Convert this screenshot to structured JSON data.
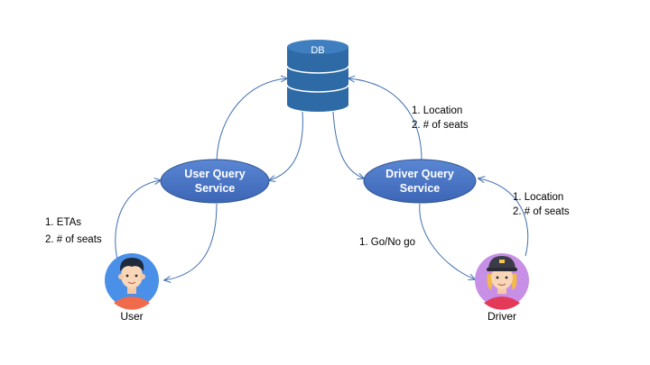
{
  "database": {
    "label": "DB"
  },
  "services": {
    "user_query": {
      "line1": "User Query",
      "line2": "Service"
    },
    "driver_query": {
      "line1": "Driver Query",
      "line2": "Service"
    }
  },
  "actors": {
    "user": {
      "label": "User"
    },
    "driver": {
      "label": "Driver"
    }
  },
  "notes": {
    "user_to_service": [
      "1.   ETAs",
      "2.   # of seats"
    ],
    "driver_service_to_db": [
      "1.   Location",
      "2.   # of seats"
    ],
    "driver_to_service": [
      "1.   Location",
      "2.   # of seats"
    ],
    "driver_service_to_driver": [
      "1.   Go/No go"
    ]
  },
  "colors": {
    "service_fill": "#4472c4",
    "db_fill": "#2e6aa6",
    "arrow": "#3f6fb0",
    "user_avatar_bg": "#4a8fe8",
    "driver_avatar_bg": "#c790e6"
  }
}
